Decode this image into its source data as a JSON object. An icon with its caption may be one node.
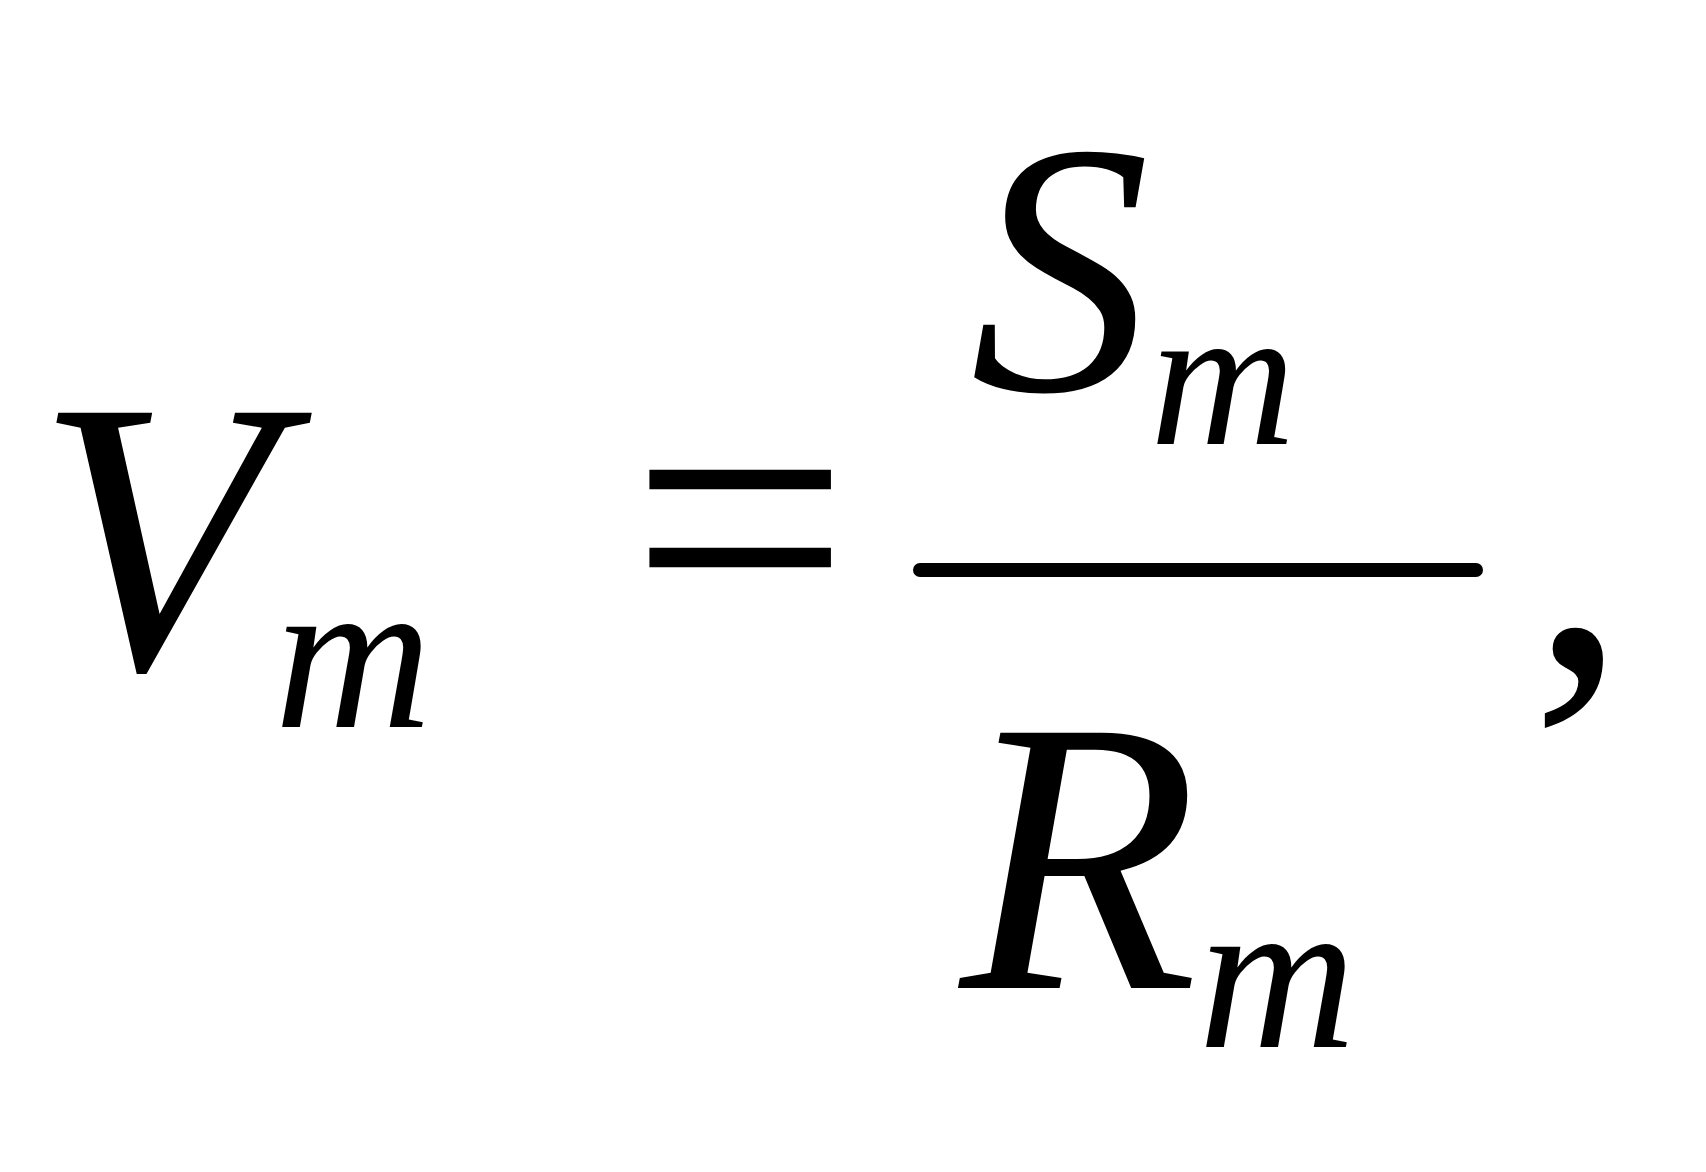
{
  "diagram": {
    "labels": [
      "V$_{m}$",
      "=",
      "S$_{m}$",
      "R$_{m}$",
      ","
    ]
  }
}
